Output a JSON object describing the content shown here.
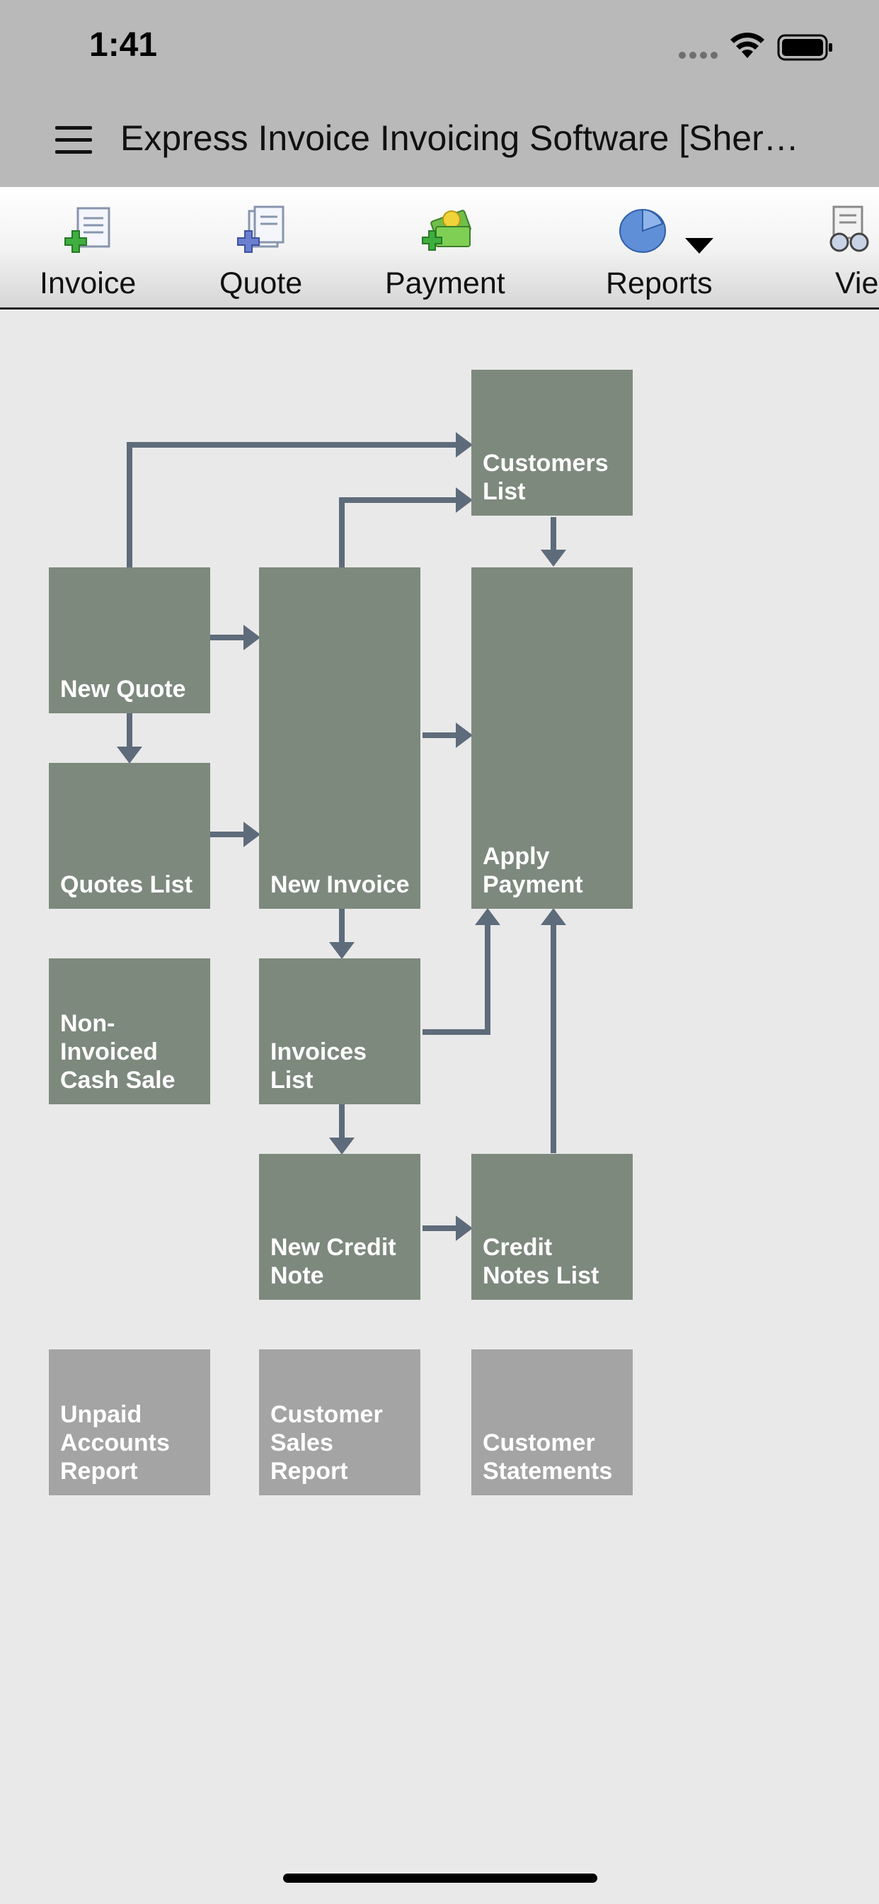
{
  "status_bar": {
    "time": "1:41"
  },
  "header": {
    "title": "Express Invoice Invoicing Software [Sher…"
  },
  "toolbar": {
    "invoice": "Invoice",
    "quote": "Quote",
    "payment": "Payment",
    "reports": "Reports",
    "view": "Vie"
  },
  "flow": {
    "customers_list": "Customers List",
    "new_quote": "New Quote",
    "new_invoice": "New Invoice",
    "apply_payment": "Apply Payment",
    "quotes_list": "Quotes List",
    "non_invoiced_cash_sale": "Non-Invoiced Cash Sale",
    "invoices_list": "Invoices List",
    "new_credit_note": "New Credit Note",
    "credit_notes_list": "Credit Notes List",
    "unpaid_accounts_report": "Unpaid Accounts Report",
    "customer_sales_report": "Customer Sales Report",
    "customer_statements": "Customer Statements"
  },
  "colors": {
    "box": "#7d897d",
    "report_box": "#a4a4a4",
    "arrow": "#5e6b7a",
    "bar": "#b9b9b9"
  }
}
